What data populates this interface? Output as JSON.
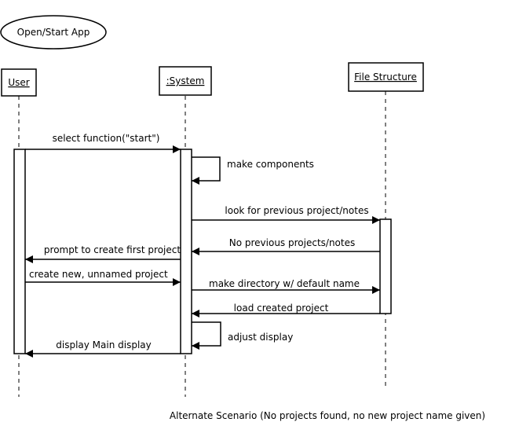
{
  "use_case": "Open/Start App",
  "lifelines": [
    {
      "label": "User"
    },
    {
      "label": ":System"
    },
    {
      "label": "File Structure"
    }
  ],
  "messages": [
    "select function(\"start\")",
    "make components",
    "look for previous project/notes",
    "No previous projects/notes",
    "prompt to create first project",
    "create new, unnamed project",
    "make directory w/ default name",
    "load created project",
    "adjust display",
    "display Main display"
  ],
  "caption": "Alternate Scenario (No projects found, no new project name given)"
}
